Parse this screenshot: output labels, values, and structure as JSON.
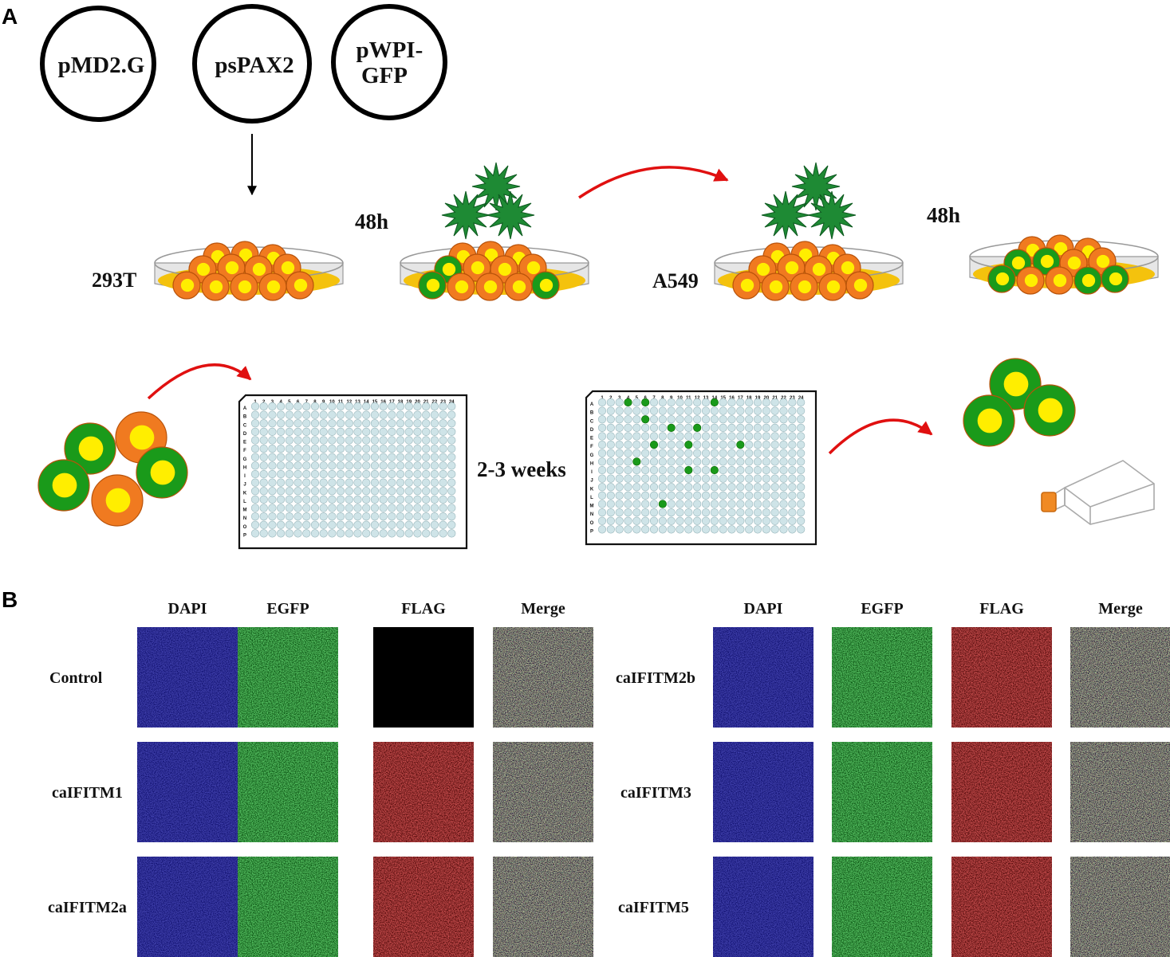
{
  "panels": {
    "a": {
      "letter": "A"
    },
    "b": {
      "letter": "B"
    }
  },
  "plasmids": [
    "pMD2.G",
    "psPAX2",
    "pWPI-GFP"
  ],
  "cell_lines": {
    "producer": "293T",
    "target": "A549"
  },
  "timepoints": {
    "first": "48h",
    "second": "48h",
    "selection": "2-3 weeks"
  },
  "plate": {
    "columns": [
      "1",
      "2",
      "3",
      "4",
      "5",
      "6",
      "7",
      "8",
      "9",
      "10",
      "11",
      "12",
      "13",
      "14",
      "15",
      "16",
      "17",
      "18",
      "19",
      "20",
      "21",
      "22",
      "23",
      "24"
    ],
    "rows": [
      "A",
      "B",
      "C",
      "D",
      "E",
      "F",
      "G",
      "H",
      "I",
      "J",
      "K",
      "L",
      "M",
      "N",
      "O",
      "P"
    ]
  },
  "microscopy": {
    "channels": [
      "DAPI",
      "EGFP",
      "FLAG",
      "Merge"
    ],
    "left_samples": [
      "Control",
      "caIFITM1",
      "caIFITM2a"
    ],
    "right_samples": [
      "caIFITM2b",
      "caIFITM3",
      "caIFITM5"
    ]
  },
  "colors": {
    "cell_orange": "#f07a20",
    "cell_green": "#1a9a1a",
    "nucleus_yellow": "#ffee00",
    "media_yellow": "#f4c20d",
    "virus_green": "#1e8a34",
    "arrow_red": "#e01010",
    "well_blue": "#cfe4e8",
    "dapi": "#0a0a6e",
    "egfp": "#0b5a12",
    "flag": "#5a0a0a",
    "control_flag": "#000000"
  }
}
